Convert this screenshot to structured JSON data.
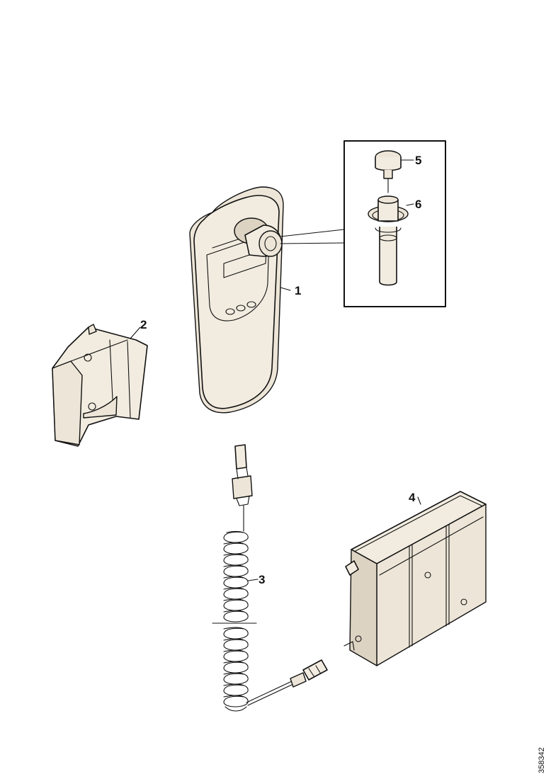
{
  "callouts": {
    "c1": "1",
    "c2": "2",
    "c3": "3",
    "c4": "4",
    "c5": "5",
    "c6": "6"
  },
  "figure_code": "358342",
  "colors": {
    "line": "#111111",
    "part_fill": "#f2ece0",
    "background": "#ffffff"
  }
}
